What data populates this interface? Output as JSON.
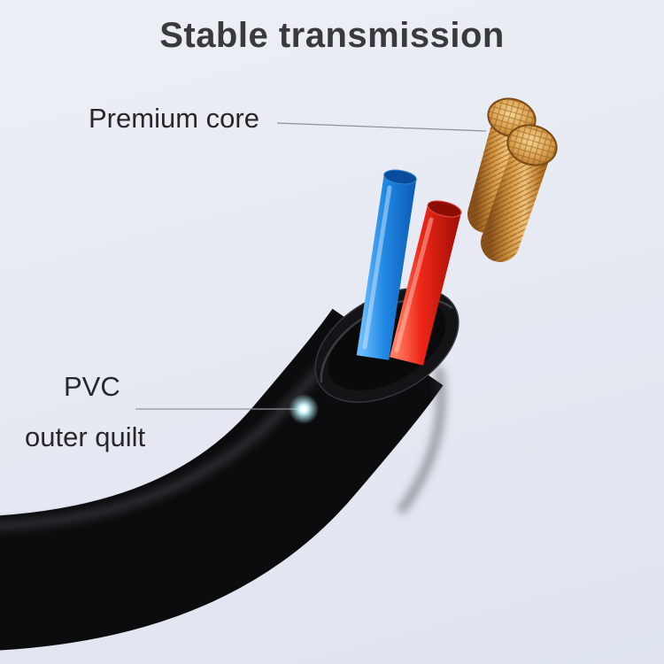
{
  "title": "Stable transmission",
  "callouts": {
    "premium_core": {
      "label": "Premium core"
    },
    "pvc": {
      "label_line1": "PVC",
      "label_line2": "outer quilt"
    }
  },
  "diagram": {
    "subject": "usb-cable-cross-section",
    "parts": [
      "pvc-outer-jacket",
      "blue-insulated-wire",
      "red-insulated-wire",
      "copper-stranded-core-left",
      "copper-stranded-core-right"
    ],
    "colors": {
      "background": "#e9ecf4",
      "title_text": "#3a3a3c",
      "label_text": "#27282a",
      "pointer_line": "#8e939c",
      "jacket_black": "#0c0c0e",
      "wire_blue": "#1f86e0",
      "wire_red": "#ee2718",
      "copper": "#d99d4b",
      "glow_dot": "#aeeaf2"
    }
  }
}
